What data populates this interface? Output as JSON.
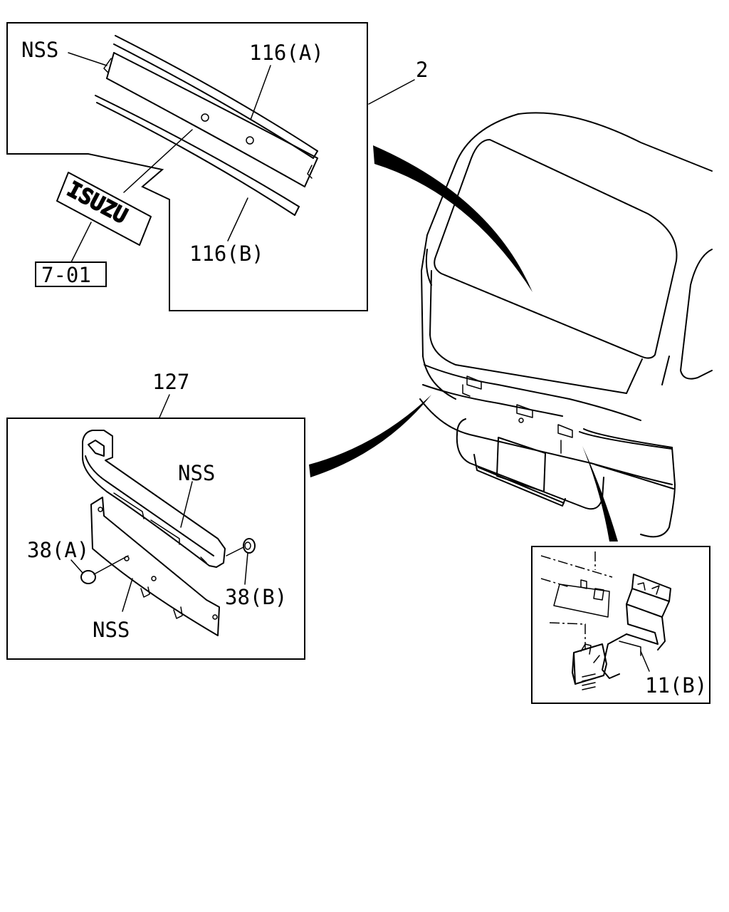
{
  "labels": {
    "nss_top": "NSS",
    "part_116a": "116(A)",
    "callout_2": "2",
    "part_116b": "116(B)",
    "ref_7_01": "7-01",
    "emblem_text": "ISUZU",
    "callout_127": "127",
    "nss_bumper": "NSS",
    "part_38a": "38(A)",
    "part_38b": "38(B)",
    "nss_lower": "NSS",
    "part_11b": "11(B)"
  }
}
